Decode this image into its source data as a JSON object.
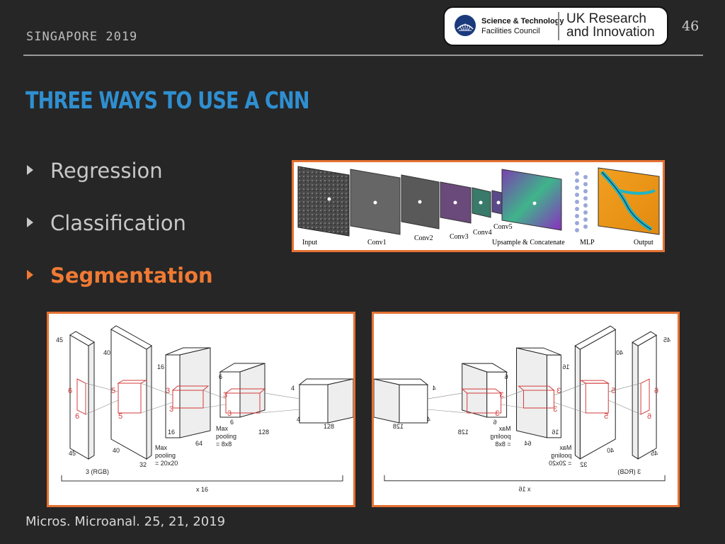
{
  "header": {
    "label": "SINGAPORE 2019",
    "page_number": "46"
  },
  "logos": {
    "stfc_line1": "Science & Technology",
    "stfc_line2": "Facilities Council",
    "ukri_line1": "UK Research",
    "ukri_line2": "and Innovation"
  },
  "title": "THREE WAYS TO USE A CNN",
  "bullets": [
    {
      "label": "Regression",
      "active": false
    },
    {
      "label": "Classification",
      "active": false
    },
    {
      "label": "Segmentation",
      "active": true
    }
  ],
  "figure_top": {
    "labels": [
      "Input",
      "Conv1",
      "Conv2",
      "Conv3",
      "Conv4",
      "Conv5",
      "Upsample & Concatenate",
      "MLP",
      "Output"
    ]
  },
  "figure_left": {
    "dims": [
      "45",
      "40",
      "16",
      "6",
      "4",
      "45",
      "40",
      "16",
      "6",
      "4",
      "32",
      "64",
      "128",
      "128"
    ],
    "kernels": [
      "6",
      "6",
      "5",
      "5",
      "3",
      "3",
      "3",
      "3"
    ],
    "channels": "3 (RGB)",
    "pool1": [
      "Max",
      "pooling",
      "= 20x20"
    ],
    "pool2": [
      "Max",
      "pooling",
      "= 8x8"
    ],
    "repeat": "x 16"
  },
  "citation": "Micros. Microanal. 25, 21, 2019"
}
